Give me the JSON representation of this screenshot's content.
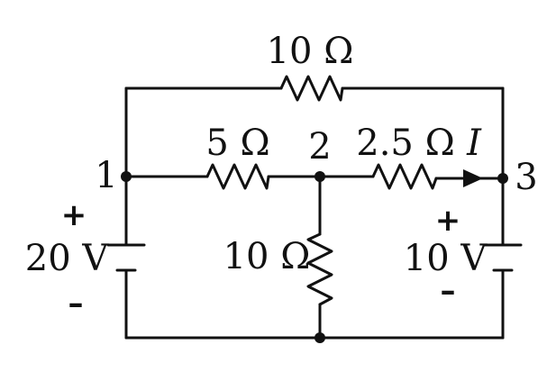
{
  "resistors": {
    "top": "10 Ω",
    "r_1_2": "5 Ω",
    "r_2_3": "2.5 Ω",
    "r_2_ground": "10 Ω"
  },
  "sources": {
    "left_voltage": "20 V",
    "left_plus": "+",
    "left_minus": "–",
    "right_voltage": "10 V",
    "right_plus": "+",
    "right_minus": "–"
  },
  "nodes": {
    "n1": "1",
    "n2": "2",
    "n3": "3"
  },
  "current": {
    "label": "I"
  },
  "colors": {
    "ink": "#111111",
    "background": "#ffffff"
  }
}
